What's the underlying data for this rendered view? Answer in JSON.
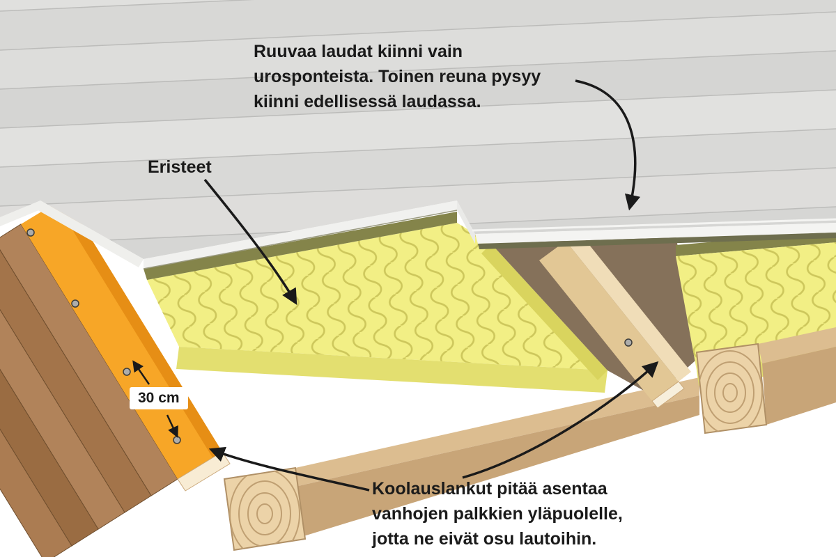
{
  "annotations": {
    "top_note": {
      "lines": [
        "Ruuvaa laudat kiinni vain",
        "urosponteista. Toinen reuna pysyy",
        "kiinni edellisessä laudassa."
      ]
    },
    "insulation_label": "Eristeet",
    "spacing_label": "30 cm",
    "bottom_note": {
      "lines": [
        "Koolauslankut pitää asentaa",
        "vanhojen palkkien yläpuolelle,",
        "jotta ne eivät osu lautoihin."
      ]
    }
  },
  "colors": {
    "background": "#ffffff",
    "floorboard_gray": "#dcdcda",
    "board_edge_white": "#f1f1ef",
    "board_underside_olive": "#84844a",
    "insulation_yellow": "#f2ef85",
    "insulation_wave": "#cdc75c",
    "insulation_cut_face": "#d9d45e",
    "furring_orange": "#f7a627",
    "furring_orange_shade": "#e68e15",
    "furring_end_cream": "#f8ecd4",
    "beam_tan": "#dcbd90",
    "beam_side_tan": "#c8a578",
    "beam_end_face": "#ecd3a8",
    "old_board_brown": "#b1835a",
    "screw_gray": "#adadab",
    "text": "#1a1a1a"
  }
}
